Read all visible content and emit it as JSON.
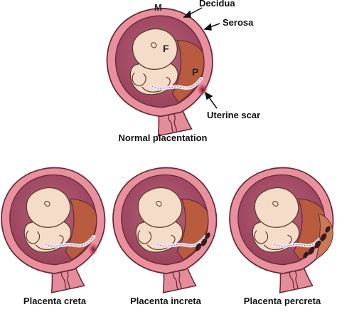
{
  "labels": {
    "muscle": "M",
    "decidua": "Decidua",
    "serosa": "Serosa",
    "fetus": "F",
    "placenta": "P",
    "scar": "Uterine scar"
  },
  "captions": {
    "normal": "Normal placentation",
    "creta": "Placenta creta",
    "increta": "Placenta increta",
    "percreta": "Placenta percreta"
  }
}
